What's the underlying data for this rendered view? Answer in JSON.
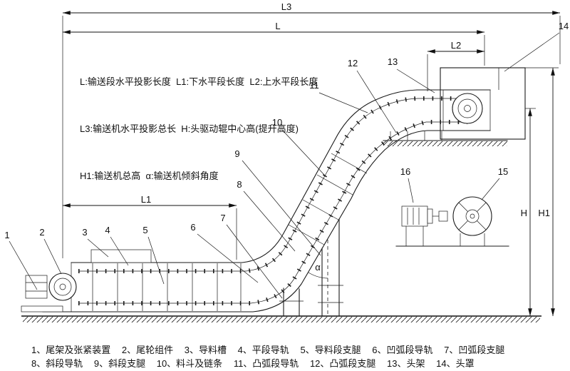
{
  "drawing": {
    "dims": {
      "L3": "L3",
      "L": "L",
      "L2": "L2",
      "L1": "L1",
      "H": "H",
      "H1": "H1",
      "alpha": "α"
    },
    "notes": {
      "line1": "L:输送段水平投影长度  L1:下水平段长度  L2:上水平段长度",
      "line2": "L3:输送机水平投影总长  H:头驱动辊中心高(提升高度)",
      "line3": "H1:输送机总高  α:输送机倾斜角度"
    },
    "callouts": [
      "1",
      "2",
      "3",
      "4",
      "5",
      "6",
      "7",
      "8",
      "9",
      "10",
      "11",
      "12",
      "13",
      "14",
      "15",
      "16"
    ]
  },
  "legend": {
    "line1": [
      "1、尾架及张紧装置",
      "2、尾轮组件",
      "3、导料槽",
      "4、平段导轨",
      "5、导料段支腿",
      "6、凹弧段导轨",
      "7、凹弧段支腿"
    ],
    "line2": [
      "8、斜段导轨",
      "9、斜段支腿",
      "10、料斗及链条",
      "11、凸弧段导轨",
      "12、凸弧段支腿",
      "13、头架",
      "14、头罩"
    ]
  },
  "colors": {
    "ink": "#1a1a1a",
    "background": "#ffffff"
  }
}
